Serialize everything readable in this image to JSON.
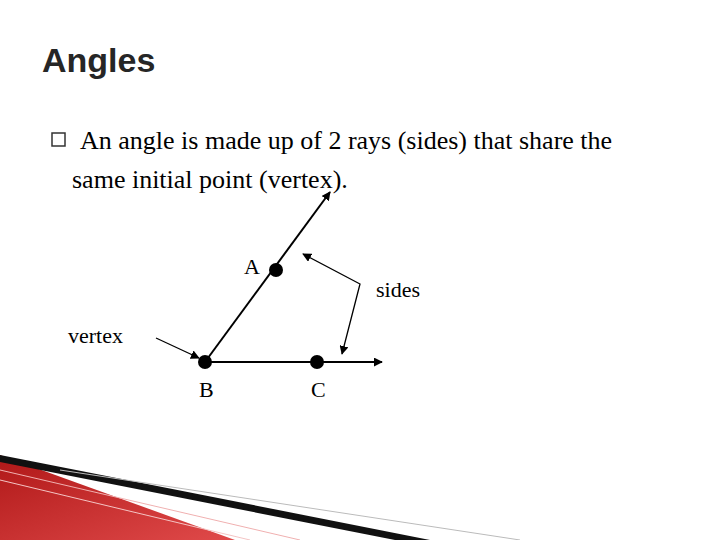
{
  "diagram": {
    "title": "Angles",
    "labels": [
      "An angle is made up of 2 rays (sides) that share the same initial point (vertex).",
      "A",
      "sides",
      "vertex",
      "B",
      "C"
    ]
  }
}
